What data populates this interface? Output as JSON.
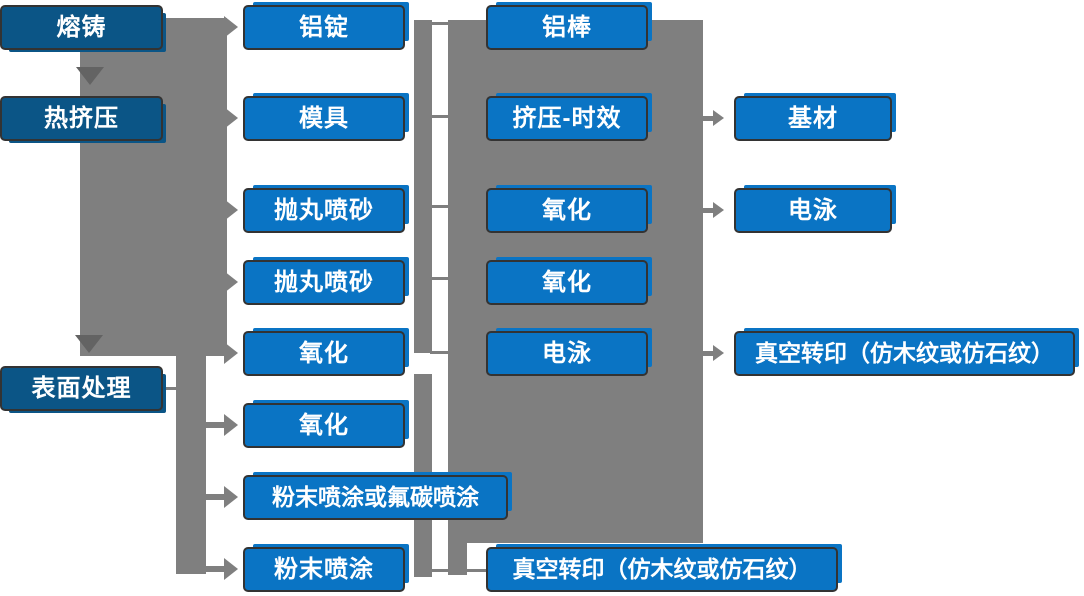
{
  "palette": {
    "background": "#FFFFFF",
    "box_blue": "#0A74C4",
    "box_dark_blue": "#0B5586",
    "box_border": "#333333",
    "connector_gray": "#7F7F7F",
    "arrow_dark_gray": "#636363",
    "text_color": "#FFFFFF"
  },
  "columns": {
    "col1": [
      "熔铸",
      "热挤压",
      "表面处理"
    ],
    "col2": [
      "铝锭",
      "模具",
      "抛丸喷砂",
      "抛丸喷砂",
      "氧化",
      "氧化",
      "粉末喷涂或氟碳喷涂",
      "粉末喷涂"
    ],
    "col3": [
      "铝棒",
      "挤压-时效",
      "氧化",
      "氧化",
      "电泳",
      "真空转印（仿木纹或仿石纹）"
    ],
    "col4": [
      "基材",
      "电泳",
      "真空转印（仿木纹或仿石纹）"
    ]
  }
}
